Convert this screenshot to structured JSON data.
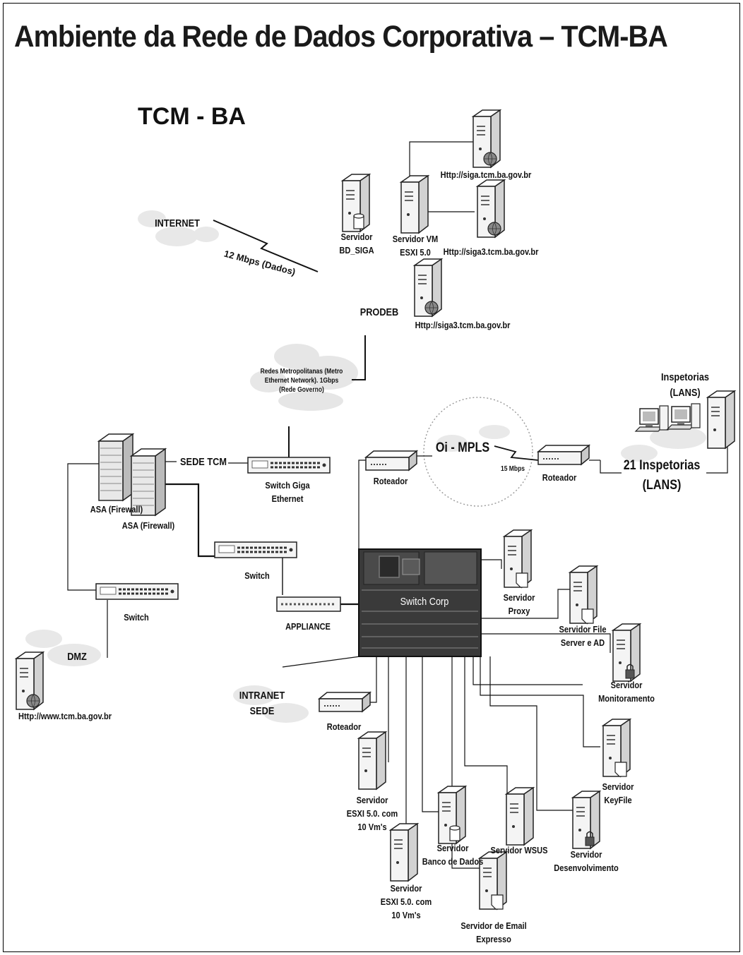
{
  "title": "Ambiente da Rede de Dados Corporativa – TCM-BA",
  "subtitle": "TCM - BA",
  "labels": {
    "internet": "INTERNET",
    "link_internet": "12 Mbps (Dados)",
    "prodeb": "PRODEB",
    "servidor_bd_siga": "Servidor\nBD_SIGA",
    "servidor_vm": "Servidor VM\nESXI 5.0",
    "url_siga": "Http://siga.tcm.ba.gov.br",
    "url_siga3_a": "Http://siga3.tcm.ba.gov.br",
    "url_siga3_b": "Http://siga3.tcm.ba.gov.br",
    "redes_metro": "Redes Metropolitanas (Metro\nEthernet Network). 1Gbps\n(Rede Governo)",
    "inspetorias_top": "Inspetorias\n(LANS)",
    "inspetorias_21": "21 Inspetorias\n(LANS)",
    "oi_mpls": "Oi - MPLS",
    "link_mpls": "15 Mbps",
    "roteador_left": "Roteador",
    "roteador_right": "Roteador",
    "roteador_bottom": "Roteador",
    "sede_tcm": "SEDE TCM",
    "asa1": "ASA (Firewall)",
    "asa2": "ASA (Firewall)",
    "switch_giga": "Switch Giga\nEthernet",
    "switch_mid": "Switch",
    "switch_left": "Switch",
    "appliance": "APPLIANCE",
    "switch_corp": "Switch Corp",
    "dmz": "DMZ",
    "url_tcm": "Http://www.tcm.ba.gov.br",
    "intranet_sede": "INTRANET\nSEDE",
    "srv_proxy": "Servidor\nProxy",
    "srv_file": "Servidor File\nServer e AD",
    "srv_monitor": "Servidor\nMonitoramento",
    "srv_keyfile": "Servidor\nKeyFile",
    "srv_desenv": "Servidor\nDesenvolvimento",
    "srv_wsus": "Servidor WSUS",
    "srv_bd": "Servidor\nBanco de Dados",
    "srv_email": "Servidor de Email\nExpresso",
    "srv_esxi1": "Servidor\nESXI 5.0. com\n10 Vm's",
    "srv_esxi2": "Servidor\nESXI 5.0. com\n10 Vm's"
  },
  "colors": {
    "line": "#111111",
    "device_light": "#f0f0f0",
    "device_stroke": "#222222",
    "chassis": "#3a3a3a",
    "cloud": "#e4e4e4"
  }
}
